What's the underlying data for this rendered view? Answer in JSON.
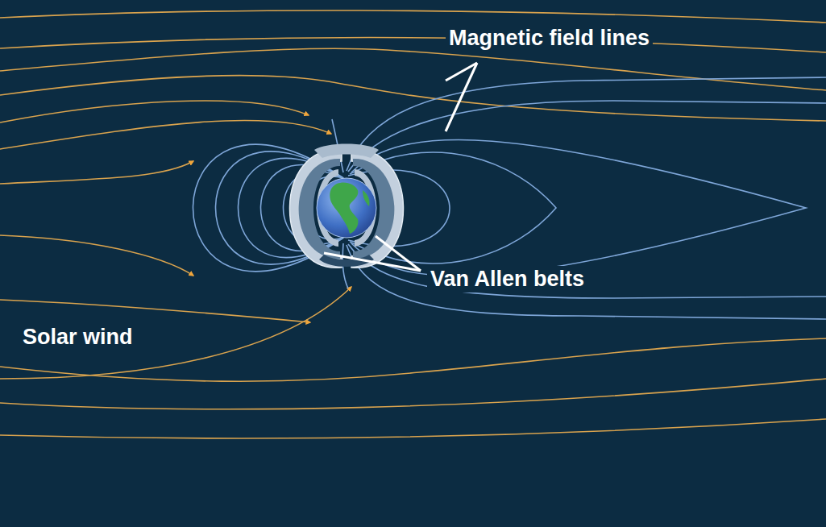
{
  "diagram": {
    "labels": [
      "Magnetic field lines",
      "Van Allen belts",
      "Solar wind"
    ]
  }
}
